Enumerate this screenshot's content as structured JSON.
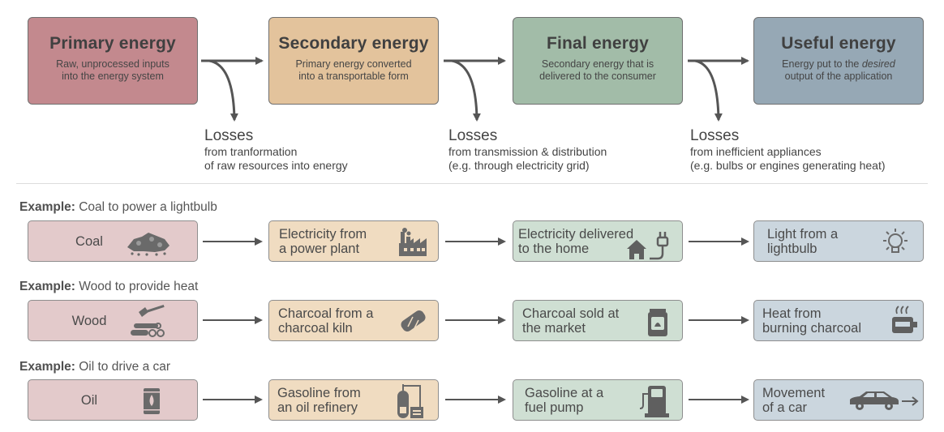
{
  "stages": [
    {
      "title": "Primary energy",
      "desc_line1": "Raw, unprocessed inputs",
      "desc_line2": "into the energy system"
    },
    {
      "title": "Secondary energy",
      "desc_line1": "Primary energy converted",
      "desc_line2": "into a transportable form"
    },
    {
      "title": "Final energy",
      "desc_line1": "Secondary energy that is",
      "desc_line2": "delivered to the consumer"
    },
    {
      "title": "Useful energy",
      "desc_line1_pre": "Energy put to the ",
      "desc_line1_em": "desired",
      "desc_line2": "output of the application"
    }
  ],
  "losses": [
    {
      "title": "Losses",
      "line1": "from tranformation",
      "line2": "of raw resources into energy"
    },
    {
      "title": "Losses",
      "line1": "from transmission & distribution",
      "line2": "(e.g. through electricity grid)"
    },
    {
      "title": "Losses",
      "line1": "from inefficient appliances",
      "line2": "(e.g. bulbs or engines generating heat)"
    }
  ],
  "examples": [
    {
      "prefix": "Example:",
      "title": " Coal to power a lightbulb",
      "steps": [
        {
          "line1": "Coal",
          "icon": "coal-icon"
        },
        {
          "line1": "Electricity from",
          "line2": "a power plant",
          "icon": "power-plant-icon"
        },
        {
          "line1": "Electricity delivered",
          "line2": "to the home",
          "icon": "home-plug-icon"
        },
        {
          "line1": "Light from a",
          "line2": "lightbulb",
          "icon": "lightbulb-icon"
        }
      ]
    },
    {
      "prefix": "Example:",
      "title": " Wood to provide heat",
      "steps": [
        {
          "line1": "Wood",
          "icon": "axe-logs-icon"
        },
        {
          "line1": "Charcoal from a",
          "line2": "charcoal kiln",
          "icon": "charcoal-icon"
        },
        {
          "line1": "Charcoal sold at",
          "line2": "the market",
          "icon": "charcoal-bag-icon"
        },
        {
          "line1": "Heat from",
          "line2": "burning charcoal",
          "icon": "stove-icon"
        }
      ]
    },
    {
      "prefix": "Example:",
      "title": " Oil to drive a car",
      "steps": [
        {
          "line1": "Oil",
          "icon": "oil-barrel-icon"
        },
        {
          "line1": "Gasoline from",
          "line2": "an oil refinery",
          "icon": "refinery-icon"
        },
        {
          "line1": "Gasoline at a",
          "line2": "fuel pump",
          "icon": "fuel-pump-icon"
        },
        {
          "line1": "Movement",
          "line2": "of a car",
          "icon": "car-icon"
        }
      ]
    }
  ],
  "colors": {
    "primary": "#c3898e",
    "secondary": "#e3c39c",
    "final": "#a2bca8",
    "useful": "#96a8b5",
    "primary_light": "#e3cacb",
    "secondary_light": "#f0dcc1",
    "final_light": "#cfdfd3",
    "useful_light": "#cbd6de",
    "arrow": "#555555"
  }
}
